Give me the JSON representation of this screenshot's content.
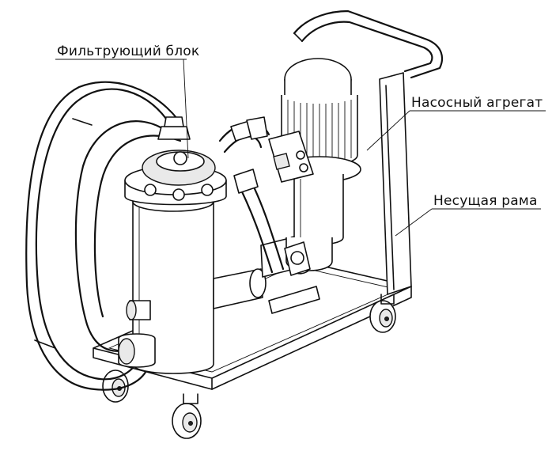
{
  "labels": {
    "filter_block": "Фильтрующий блок",
    "pump_unit": "Насосный агрегат",
    "support_frame": "Несущая рама"
  }
}
